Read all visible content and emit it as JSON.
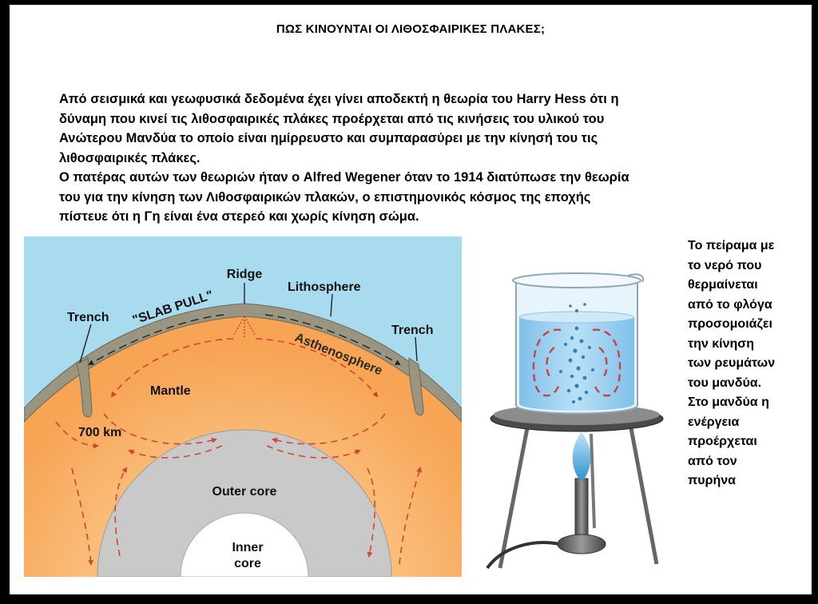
{
  "title": "ΠΩΣ ΚΙΝΟΥΝΤΑΙ  ΟΙ  ΛΙΘΟΣΦΑΙΡΙΚΕΣ ΠΛΑΚΕΣ;",
  "intro": {
    "paragraph1_lines": [
      "Από σεισμικά και γεωφυσικά δεδομένα έχει γίνει αποδεκτή η θεωρία του Harry Hess ότι η",
      "δύναμη που κινεί τις λιθοσφαιρικές πλάκες προέρχεται από τις κινήσεις του υλικού του",
      "Ανώτερου Μανδύα το οποίο είναι ημίρρευστο  και συμπαρασύρει με την κίνησή του τις",
      "λιθοσφαιρικές πλάκες."
    ],
    "paragraph2_lines": [
      "Ο πατέρας αυτών των θεωριών ήταν ο  Alfred Wegener όταν το 1914 διατύπωσε την θεωρία",
      "του για την κίνηση των Λιθοσφαιρικών πλακών,  ο επιστημονικός κόσμος της εποχής",
      "πίστευε ότι η Γη είναι ένα στερεό και χωρίς κίνηση σώμα."
    ]
  },
  "earth_diagram": {
    "labels": {
      "ridge": "Ridge",
      "lithosphere": "Lithosphere",
      "trench_left": "Trench",
      "trench_right": "Trench",
      "slab_pull": "\"SLAB PULL\"",
      "asthenosphere": "Asthenosphere",
      "mantle": "Mantle",
      "depth": "700 km",
      "outer_core": "Outer core",
      "inner_core_line1": "Inner",
      "inner_core_line2": "core"
    },
    "colors": {
      "sky": "#a9dbee",
      "mantle": "#f7a455",
      "mantle_glow": "#fbc788",
      "lithosphere": "#9a9580",
      "outer_core": "#c9c9c9",
      "inner_core": "#ffffff",
      "arrows": "#d2452c"
    }
  },
  "beaker_diagram": {
    "colors": {
      "water": "#9ccfee",
      "convection_arrows": "#c9404b",
      "flame": "#3aa0d8",
      "stand": "#555555"
    }
  },
  "side_note_lines": [
    "Το πείραμα με",
    "το νερό που",
    "θερμαίνεται",
    "από το φλόγα",
    "προσομοιάζει",
    "την  κίνηση",
    "των ρευμάτων",
    "του μανδύα.",
    "Στο μανδύα η",
    "ενέργεια",
    "προέρχεται",
    "από τον",
    "πυρήνα"
  ]
}
